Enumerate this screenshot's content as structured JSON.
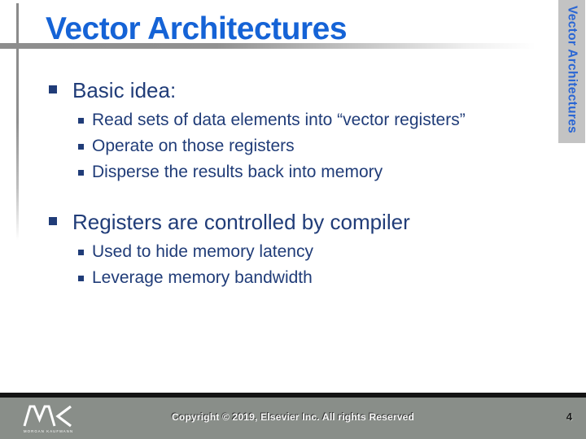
{
  "slide": {
    "title": "Vector Architectures",
    "sidebar_text": "Vector Architectures",
    "bullets": [
      {
        "label": "Basic idea:",
        "children": [
          "Read sets of data elements into “vector registers”",
          "Operate on those registers",
          "Disperse the results back into memory"
        ]
      },
      {
        "label": "Registers are controlled by compiler",
        "children": [
          "Used to hide memory latency",
          "Leverage memory bandwidth"
        ]
      }
    ],
    "footer": {
      "copyright": "Copyright © 2019, Elsevier Inc. All rights Reserved",
      "page_number": "4",
      "logo_text": "MORGAN KAUFMANN"
    },
    "colors": {
      "title_blue": "#1563d6",
      "sidebar_text_blue": "#2a66d4",
      "body_navy": "#203c78",
      "accent_gray": "#8d8d8d",
      "sidebar_strip_gray": "#c3c3c3",
      "footer_gray": "#898e89",
      "footer_divider_black": "#141414"
    }
  }
}
